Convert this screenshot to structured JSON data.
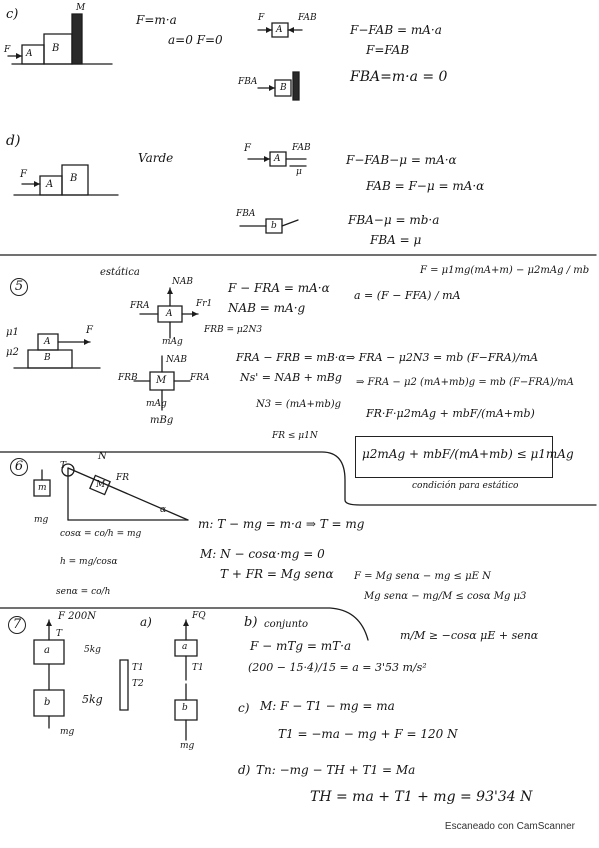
{
  "sections": {
    "c": {
      "number": "c)",
      "eq1": "F=m·a",
      "eq2": "a=0  F=0",
      "label_A": "A",
      "label_B": "B",
      "label_F": "F",
      "label_M": "M",
      "fbd_F": "F",
      "fbd_FAB": "FAB",
      "fbd_FBA": "FBA",
      "fbd_A": "A",
      "fbd_B": "B",
      "eq3": "F−FAB = mA·a",
      "eq4": "F=FAB",
      "eq5": "FBA=m·a = 0"
    },
    "d": {
      "number": "d)",
      "label_F": "F",
      "label_A": "A",
      "label_B": "B",
      "note": "Varde",
      "fbd_F": "F",
      "fbd_FAB": "FAB",
      "fbd_mu": "μ",
      "fbd_A": "A",
      "fbd_FBA": "FBA",
      "fbd_b": "b",
      "eq1": "F−FAB−μ = mA·α",
      "eq2": "FAB = F−μ = mA·α",
      "eq3": "FBA−μ = mb·a",
      "eq4": "FBA = μ"
    },
    "s5": {
      "number": "5",
      "note": "estática",
      "label_mu1": "μ1",
      "label_mu2": "μ2",
      "label_A": "A",
      "label_B": "B",
      "label_F": "F",
      "fbd_NAB": "NAB",
      "fbd_FRA": "FRA",
      "fbd_Fr1": "Fr1",
      "fbd_A": "A",
      "fbd_mAg": "mAg",
      "fbd_FRB": "FRB = μ2N3",
      "fbd_NAB2": "NAB",
      "fbd_FRB2": "FRB",
      "fbd_FRA2": "FRA",
      "fbd_M": "M",
      "fbd_mag": "mAg",
      "fbd_mbg": "mBg",
      "eq1": "F − FRA = mA·α",
      "eq2": "NAB = mA·g",
      "eq3": "a = (F − FFA) / mA",
      "eq_top": "F = μ1mg(mA+m) − μ2mAg / mb",
      "eq4": "FRA − FRB = mB·α",
      "eq5": "Ns' = NAB + mBg",
      "eq6": "N3 = (mA+mb)g",
      "eq7": "⇒ FRA − μ2N3 = mb (F−FRA)/mA",
      "eq8": "⇒ FRA − μ2 (mA+mb)g = mb (F−FRA)/mA",
      "eq9": "FR·F·μ2mAg + mbF/(mA+mb)",
      "eq10": "FR ≤ μ1N",
      "boxed": "μ2mAg + mbF/(mA+mb) ≤ μ1mAg",
      "boxed_caption": "condición para estático"
    },
    "s6": {
      "number": "6",
      "label_T": "T",
      "label_N": "N",
      "label_FR": "FR",
      "label_m": "m",
      "label_mg": "mg",
      "label_M": "M",
      "label_alpha": "α",
      "eq_cos": "cosα = co/h = mg",
      "eq_h": "h = mg/cosα",
      "eq_sen": "senα = co/h",
      "eq1": "m:  T − mg = m·a  ⇒ T = mg",
      "eq2": "M:  N − cosα·mg = 0",
      "eq3": "T + FR = Mg senα",
      "eq4": "F = Mg senα − mg ≤ μE N",
      "eq5": "Mg senα − mg/M ≤ cosα Mg μ3",
      "eq6": "m/M ≥ −cosα μE + senα"
    },
    "s7": {
      "number": "7",
      "label_F": "F 200N",
      "label_T": "T",
      "label_a": "a",
      "label_b": "b",
      "label_mg": "mg",
      "label_5kg": "5kg",
      "label_5kg2": "5kg",
      "label_T1": "T1",
      "label_T2": "T2",
      "sub_a": "a)",
      "fbd_Fa": "FQ",
      "fbd_a": "a",
      "fbd_b": "b",
      "fbd_mg": "mg",
      "fbd_T": "T1",
      "sub_b": "b)",
      "b_title": "conjunto",
      "b_eq1": "F − mTg = mT·a",
      "b_eq2": "(200 − 15·4)/15 = a = 3'53 m/s²",
      "sub_c": "c)",
      "c_eq1": "M:  F − T1 − mg = ma",
      "c_eq2": "T1 = −ma − mg + F = 120 N",
      "sub_d": "d)",
      "d_eq1": "Tn:  −mg − TH + T1 = Ma",
      "d_eq2": "TH = ma + T1 + mg = 93'34 N"
    }
  },
  "footer": "Escaneado con CamScanner"
}
